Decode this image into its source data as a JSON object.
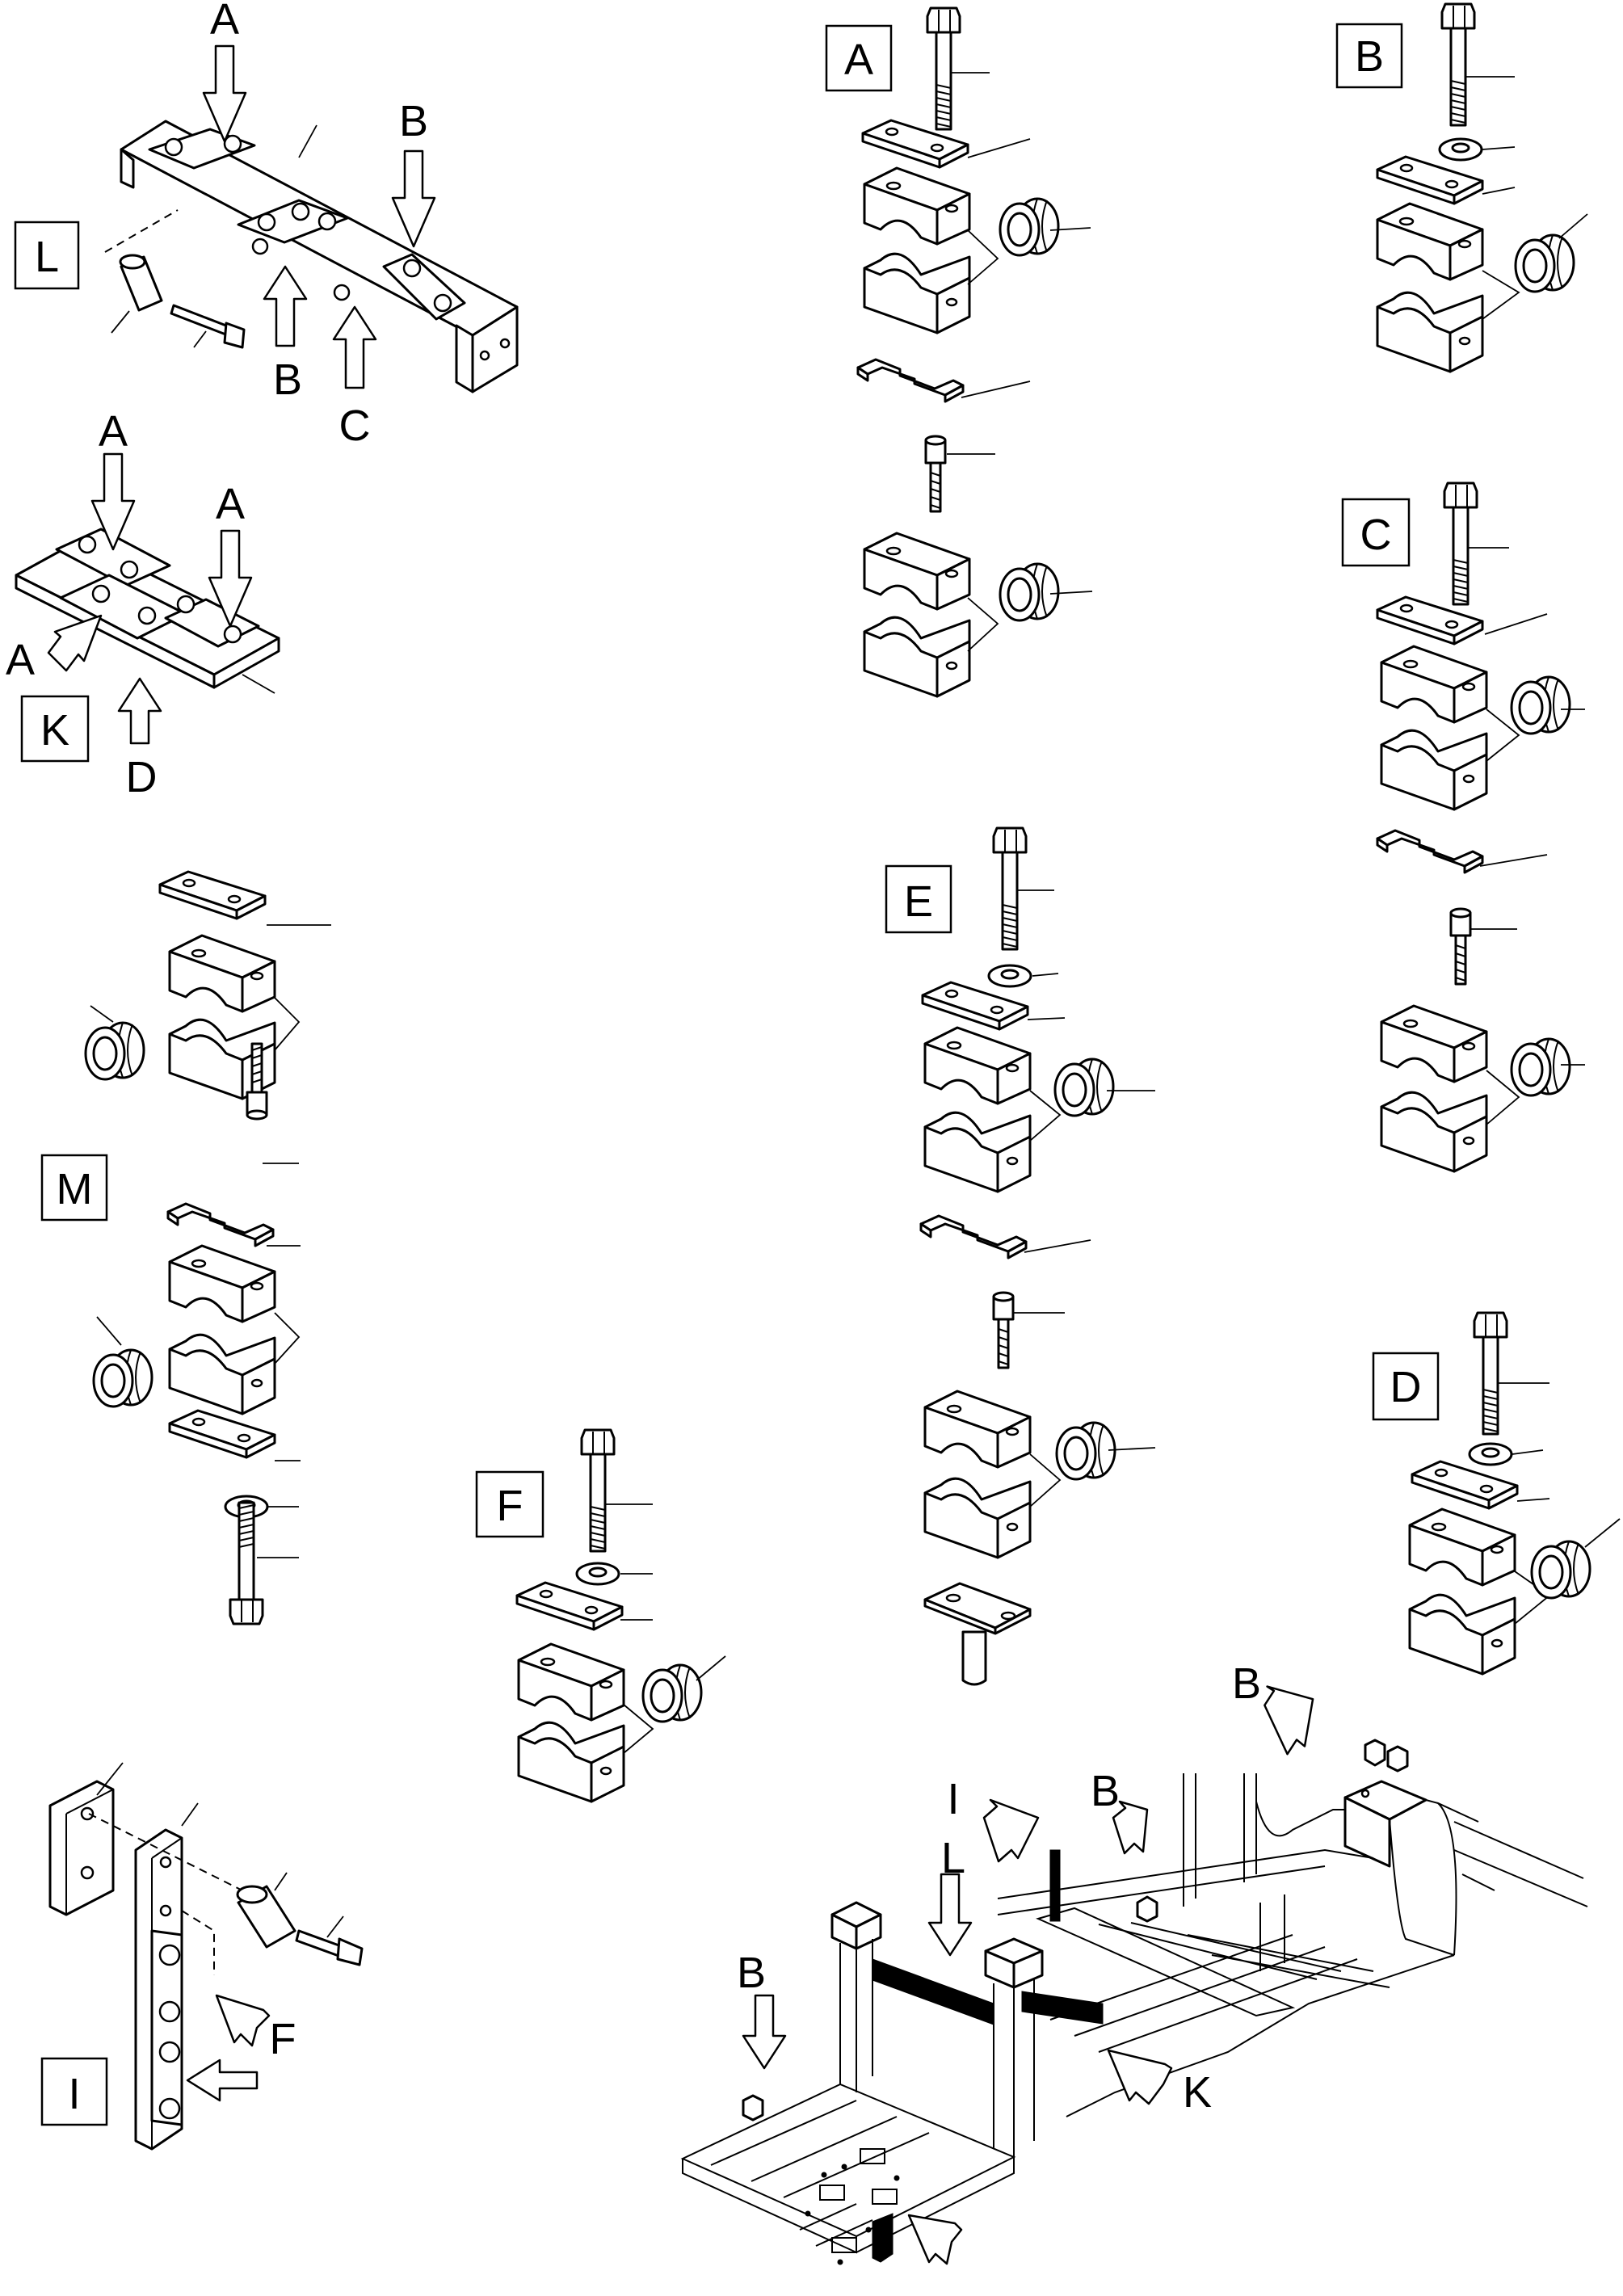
{
  "views": {
    "L": {
      "box_label": "L",
      "arrows": [
        "A",
        "B",
        "B",
        "C"
      ]
    },
    "K": {
      "box_label": "K",
      "arrows": [
        "A",
        "A",
        "A",
        "D"
      ]
    },
    "M": {
      "box_label": "M"
    },
    "I": {
      "box_label": "I",
      "arrows": [
        "F"
      ]
    },
    "F": {
      "box_label": "F"
    },
    "A": {
      "box_label": "A"
    },
    "B": {
      "box_label": "B"
    },
    "C": {
      "box_label": "C"
    },
    "D": {
      "box_label": "D"
    },
    "E": {
      "box_label": "E"
    }
  },
  "frame_callouts": [
    "B",
    "B",
    "B",
    "I",
    "L",
    "K"
  ],
  "icons": [
    "arrow-icon",
    "bolt-icon",
    "washer-icon",
    "grommet-icon",
    "clamp-half-icon",
    "cover-plate-icon",
    "spacer-bracket-icon",
    "threaded-stud-icon"
  ]
}
